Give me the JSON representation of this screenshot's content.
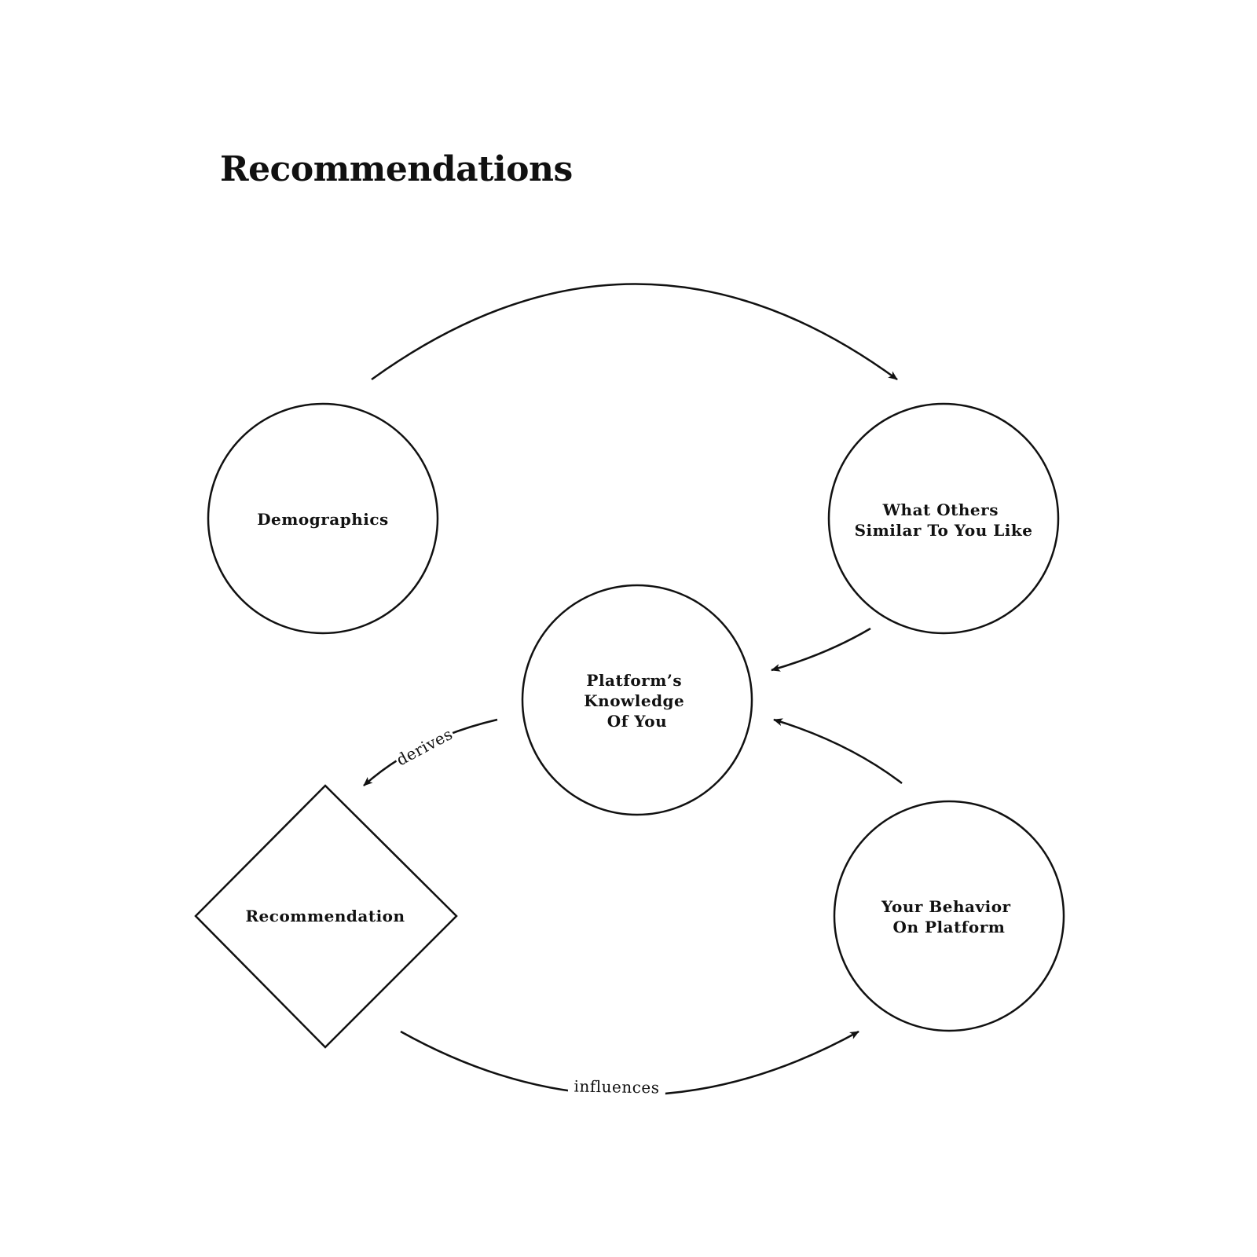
{
  "diagram": {
    "title": "Recommendations",
    "nodes": {
      "demographics": {
        "shape": "circle",
        "lines": [
          "Demographics"
        ]
      },
      "others": {
        "shape": "circle",
        "lines": [
          "What Others",
          "Similar To You Like"
        ]
      },
      "knowledge": {
        "shape": "circle",
        "lines": [
          "Platform’s",
          "Knowledge",
          "Of You"
        ]
      },
      "recommendation": {
        "shape": "diamond",
        "lines": [
          "Recommendation"
        ]
      },
      "behavior": {
        "shape": "circle",
        "lines": [
          "Your Behavior",
          "On Platform"
        ]
      }
    },
    "edges": [
      {
        "from": "demographics",
        "to": "others",
        "label": ""
      },
      {
        "from": "others",
        "to": "knowledge",
        "label": ""
      },
      {
        "from": "behavior",
        "to": "knowledge",
        "label": ""
      },
      {
        "from": "knowledge",
        "to": "recommendation",
        "label": "derives"
      },
      {
        "from": "recommendation",
        "to": "behavior",
        "label": "influences"
      }
    ],
    "colors": {
      "stroke": "#111111",
      "background": "#ffffff"
    }
  }
}
